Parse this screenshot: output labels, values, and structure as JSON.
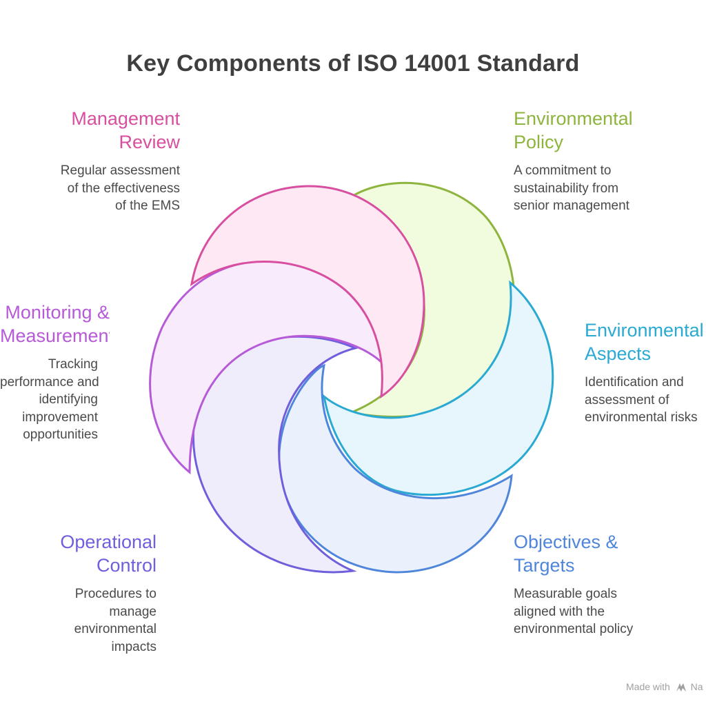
{
  "title": "Key Components of ISO 14001 Standard",
  "components": [
    {
      "id": "management-review",
      "heading": [
        "Management",
        "Review"
      ],
      "description": [
        "Regular assessment",
        "of the effectiveness",
        "of the EMS"
      ],
      "color": "#d84fa0",
      "fill": "#fde8f4"
    },
    {
      "id": "environmental-policy",
      "heading": [
        "Environmental",
        "Policy"
      ],
      "description": [
        "A commitment to",
        "sustainability from",
        "senior management"
      ],
      "color": "#8db53e",
      "fill": "#f1fbdd"
    },
    {
      "id": "environmental-aspects",
      "heading": [
        "Environmental",
        "Aspects"
      ],
      "description": [
        "Identification and",
        "assessment of",
        "environmental risks"
      ],
      "color": "#2aa9d2",
      "fill": "#e6f6fc"
    },
    {
      "id": "objectives-targets",
      "heading": [
        "Objectives &",
        "Targets"
      ],
      "description": [
        "Measurable goals",
        "aligned with the",
        "environmental policy"
      ],
      "color": "#4f86db",
      "fill": "#eaf1fc"
    },
    {
      "id": "operational-control",
      "heading": [
        "Operational",
        "Control"
      ],
      "description": [
        "Procedures to",
        "manage",
        "environmental",
        "impacts"
      ],
      "color": "#6f5fdc",
      "fill": "#efedfb"
    },
    {
      "id": "monitoring-measurement",
      "heading": [
        "Monitoring &",
        "Measurement"
      ],
      "description": [
        "Tracking",
        "performance and",
        "identifying",
        "improvement",
        "opportunities"
      ],
      "color": "#b65ad8",
      "fill": "#f7ebfc"
    }
  ],
  "footer": {
    "made_with": "Made with",
    "brand": "Na"
  }
}
